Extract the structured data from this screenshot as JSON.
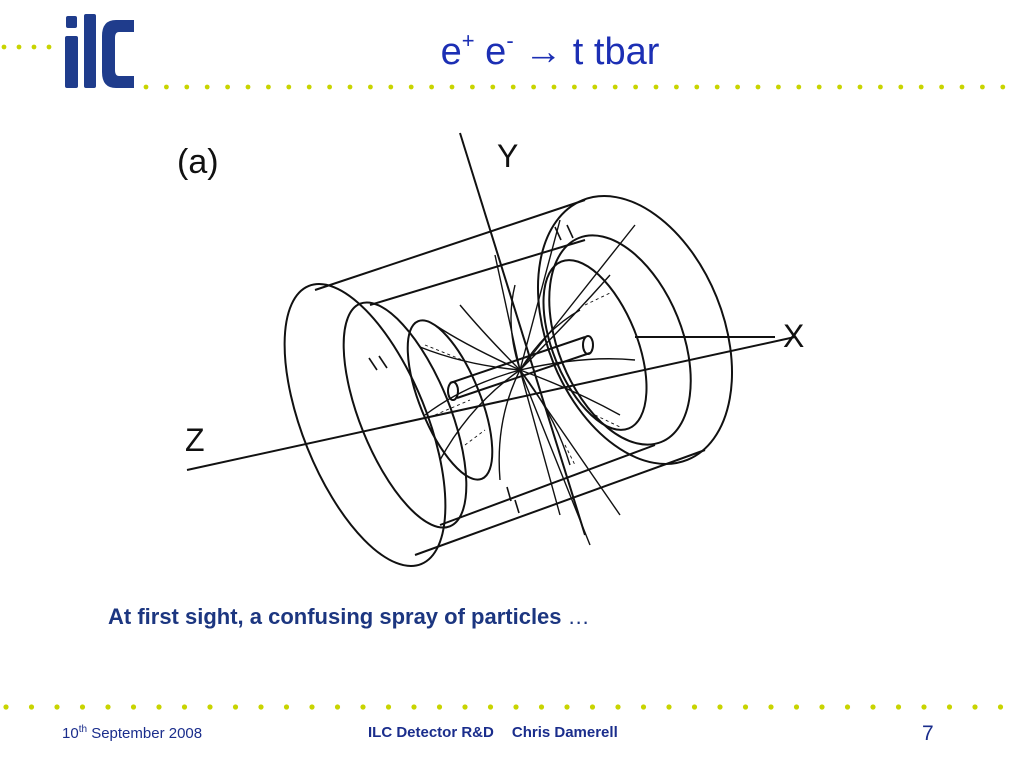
{
  "slide": {
    "title": {
      "base1": "e",
      "sup1": "+",
      "base2": "e",
      "sup2": "-",
      "arrow": "→",
      "rest": "t tbar"
    },
    "logo": {
      "text": "ilc"
    },
    "figure": {
      "panel_label": "(a)",
      "axis_labels": {
        "x": "X",
        "y": "Y",
        "z": "Z"
      }
    },
    "caption": {
      "text": "At first sight, a confusing spray of particles",
      "ellipsis": "…"
    },
    "footer": {
      "date_day": "10",
      "date_suffix": "th",
      "date_rest": " September 2008",
      "event": "ILC Detector R&D",
      "author": "Chris Damerell",
      "page_number": "7"
    },
    "colors": {
      "title": "#1c2fb4",
      "logo": "#1f3c8c",
      "dots": "#c8d400",
      "caption": "#1c3680",
      "footer": "#1a2d8c"
    }
  }
}
